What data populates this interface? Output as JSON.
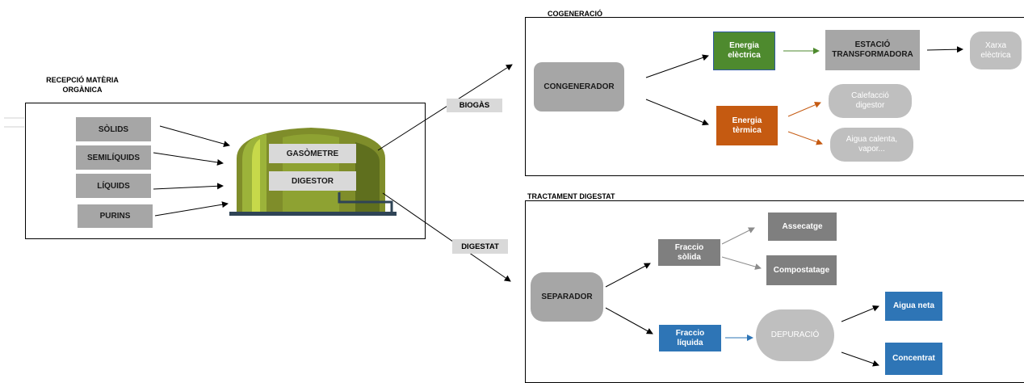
{
  "reception": {
    "title_line1": "RECEPCIÓ MATÈRIA",
    "title_line2": "ORGÀNICA",
    "inputs": [
      "SÒLIDS",
      "SEMILÍQUIDS",
      "LÍQUIDS",
      "PURINS"
    ],
    "gasometre": "GASÒMETRE",
    "digestor": "DIGESTOR"
  },
  "flows": {
    "biogas": "BIOGÀS",
    "digestat": "DIGESTAT"
  },
  "cogeneracio": {
    "title": "COGENERACIÓ",
    "congenerador": "CONGENERADOR",
    "energia_electrica_line1": "Energia",
    "energia_electrica_line2": "elèctrica",
    "estacio_line1": "ESTACIÓ",
    "estacio_line2": "TRANSFORMADORA",
    "xarxa_line1": "Xarxa",
    "xarxa_line2": "elèctrica",
    "energia_termica_line1": "Energia",
    "energia_termica_line2": "tèrmica",
    "calefaccio_line1": "Calefacció",
    "calefaccio_line2": "digestor",
    "aigua_calenta_line1": "Aigua calenta,",
    "aigua_calenta_line2": "vapor..."
  },
  "tractament": {
    "title": "TRACTAMENT DIGESTAT",
    "separador": "SEPARADOR",
    "fraccio_solida_line1": "Fraccio",
    "fraccio_solida_line2": "sòlida",
    "assecatge": "Assecatge",
    "compostatage": "Compostatage",
    "fraccio_liquida_line1": "Fraccio",
    "fraccio_liquida_line2": "líquida",
    "depuracio": "DEPURACIÓ",
    "aigua_neta": "Aigua neta",
    "concentrat": "Concentrat"
  },
  "colors": {
    "green": "#4e8a2e",
    "orange": "#c55a11",
    "blue": "#2e75b6",
    "gray": "#a6a6a6",
    "dark_gray": "#7f7f7f",
    "light_gray": "#bfbfbf"
  }
}
